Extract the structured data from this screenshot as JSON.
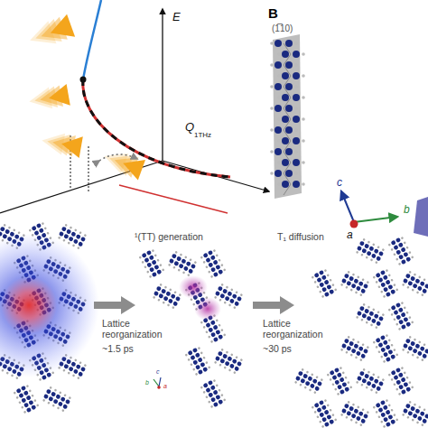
{
  "diagram": {
    "labels": [
      "B",
      "(1̅10)",
      "E",
      "Q",
      "1THz",
      "c",
      "a",
      "b",
      "¹(TT) generation",
      "Lattice reorganization",
      "~1.5 ps",
      "T₁ diffusion",
      "Lattice reorganization",
      "~30 ps",
      "b",
      "c",
      "a"
    ]
  }
}
